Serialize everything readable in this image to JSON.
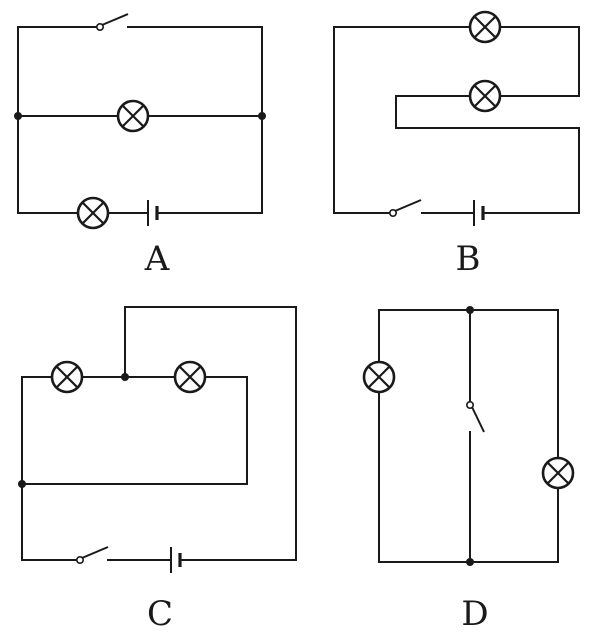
{
  "diagrams": [
    {
      "id": "A",
      "label": "A"
    },
    {
      "id": "B",
      "label": "B"
    },
    {
      "id": "C",
      "label": "C"
    },
    {
      "id": "D",
      "label": "D"
    }
  ],
  "symbols": {
    "lamp": "lamp-icon",
    "switch": "switch-icon",
    "battery": "battery-icon",
    "junction": "junction-dot"
  },
  "colors": {
    "ink": "#1a1a1a",
    "background": "#ffffff"
  }
}
